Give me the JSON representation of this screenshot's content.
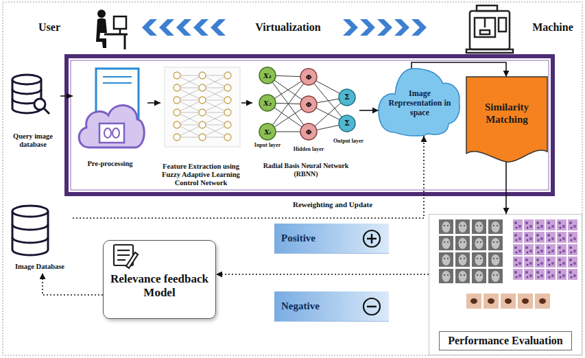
{
  "diagram": {
    "nodes": [
      {
        "text": [
          "Query image database"
        ]
      },
      {
        "text": [
          "Pre-processing"
        ]
      },
      {
        "text": [
          "Feature Extraction using Fuzzy Adaptive Learning Control Network"
        ]
      },
      {
        "text": [
          "Radial Basis Neural Network (RBNN)"
        ]
      },
      {
        "text": [
          "Image Representation in space"
        ]
      },
      {
        "text": [
          "Similarity Matching"
        ]
      },
      {
        "text": [
          "Image Database"
        ]
      },
      {
        "text": [
          "Relevance feedback Model"
        ]
      },
      {
        "text": [
          "Positive"
        ]
      },
      {
        "text": [
          "Negative"
        ]
      },
      {
        "text": [
          "Performance Evaluation"
        ]
      }
    ],
    "edges": [
      {
        "from": 0,
        "to": 1,
        "arrow": "to"
      },
      {
        "from": 1,
        "to": 2,
        "arrow": "to"
      },
      {
        "from": 2,
        "to": 3,
        "arrow": "to"
      },
      {
        "from": 3,
        "to": 4,
        "arrow": "to"
      },
      {
        "from": 4,
        "to": 5,
        "arrow": "to"
      },
      {
        "from": 5,
        "to": 10,
        "arrow": "to"
      },
      {
        "from": 10,
        "to": 7,
        "arrow": "to"
      },
      {
        "from": 7,
        "to": 6,
        "arrow": "to"
      },
      {
        "from": 6,
        "to": 4,
        "arrow": "to",
        "label": "Reweighting and Update"
      }
    ],
    "labels": [
      "User",
      "Virtualization",
      "Machine",
      "X₁",
      "X₂",
      "Xᵢ",
      "Φ",
      "Φ",
      "Φ",
      "Σ",
      "Σ",
      "Input layer",
      "Hidden layer",
      "Output layer"
    ]
  }
}
